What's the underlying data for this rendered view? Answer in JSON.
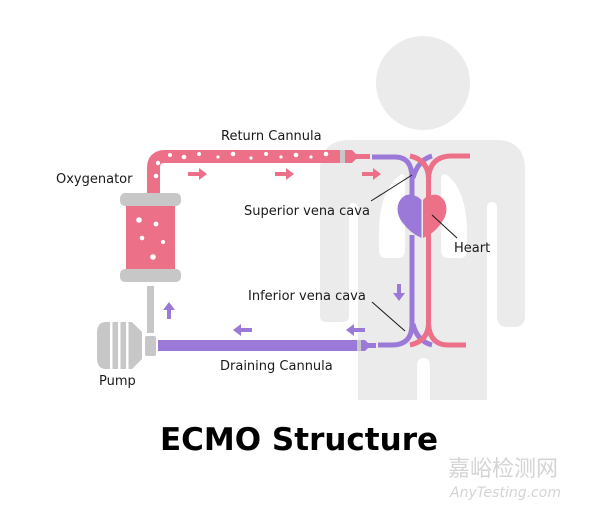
{
  "title": "ECMO Structure",
  "labels": {
    "return_cannula": "Return Cannula",
    "oxygenator": "Oxygenator",
    "superior_vena_cava": "Superior vena cava",
    "heart": "Heart",
    "inferior_vena_cava": "Inferior vena cava",
    "draining_cannula": "Draining Cannula",
    "pump": "Pump"
  },
  "watermark": {
    "chinese": "嘉峪检测网",
    "english": "AnyTesting.com"
  },
  "colors": {
    "oxygenated": "#ec7088",
    "deoxygenated": "#9b79d8",
    "device_gray": "#c7c7c7",
    "body_gray": "#ebebeb",
    "text": "#1a1a1a"
  },
  "flow": {
    "return_arrows": [
      "right",
      "right",
      "right"
    ],
    "drain_arrows": [
      "left",
      "left"
    ],
    "ivc_arrow": "down",
    "pump_arrow": "up"
  }
}
